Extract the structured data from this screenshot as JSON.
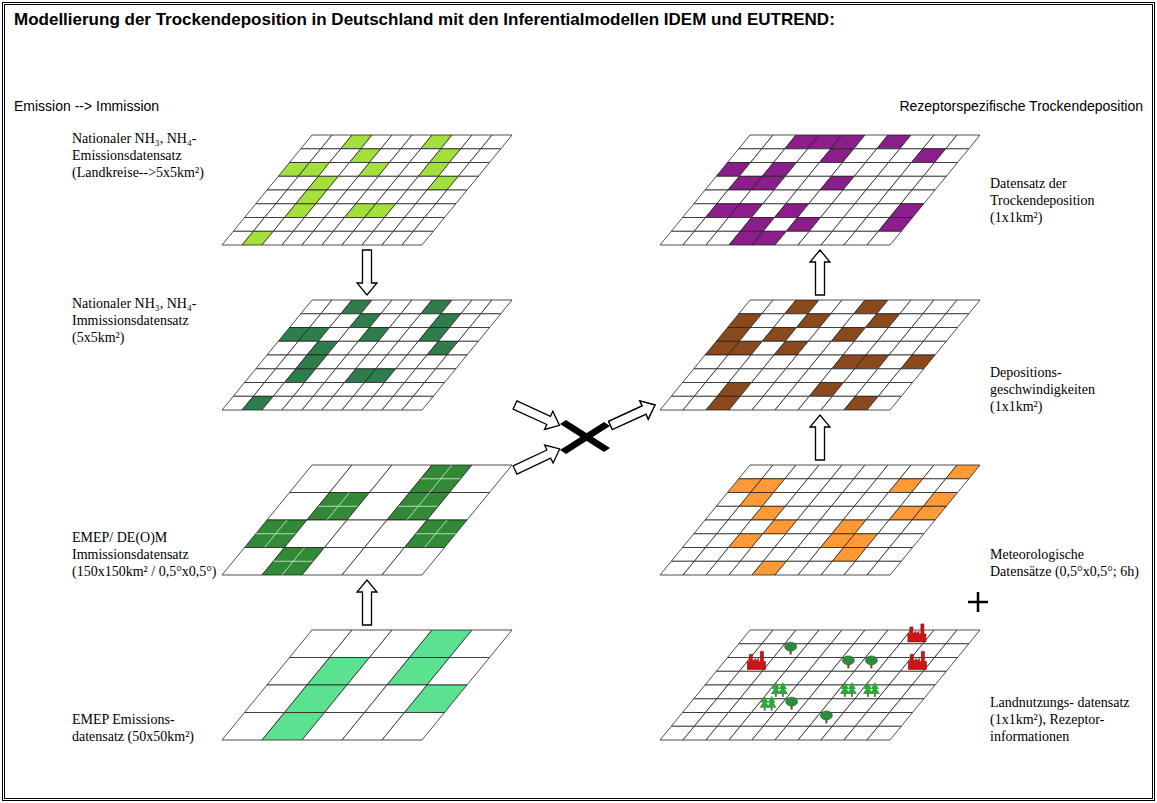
{
  "diagram": {
    "title": "Modellierung der Trockendeposition in Deutschland mit den Inferentialmodellen IDEM und EUTREND:",
    "nodes": [
      {
        "text": [
          "Nationaler NH₃, NH₄-Emissionsdatensatz (Landkreise-->5x5km²)"
        ]
      },
      {
        "text": [
          "Nationaler NH₃, NH₄-Immissionsdatensatz (5x5km²)"
        ]
      },
      {
        "text": [
          "EMEP/ DE(O)M Immissionsdatensatz (150x150km² / 0,5°x0,5°)"
        ]
      },
      {
        "text": [
          "EMEP Emissions- datensatz (50x50km²)"
        ]
      },
      {
        "text": [
          "Datensatz der Trockendeposition (1x1km²)"
        ]
      },
      {
        "text": [
          "Depositions- geschwindigkeiten (1x1km²)"
        ]
      },
      {
        "text": [
          "Meteorologische Datensätze (0,5°x0,5°; 6h)"
        ]
      },
      {
        "text": [
          "Landnutzungs- datensatz (1x1km²), Rezeptor- informationen"
        ]
      }
    ],
    "edges": [
      {
        "from": 0,
        "to": 1,
        "arrow": "to"
      },
      {
        "from": 3,
        "to": 2,
        "arrow": "to"
      },
      {
        "from": 1,
        "to": 5,
        "arrow": "to"
      },
      {
        "from": 2,
        "to": 5,
        "arrow": "to"
      },
      {
        "from": 6,
        "to": 5,
        "arrow": "to"
      },
      {
        "from": 5,
        "to": 4,
        "arrow": "to"
      }
    ],
    "labels": [
      "Emission --> Immission",
      "Rezeptorspezifische Trockendeposition"
    ]
  }
}
